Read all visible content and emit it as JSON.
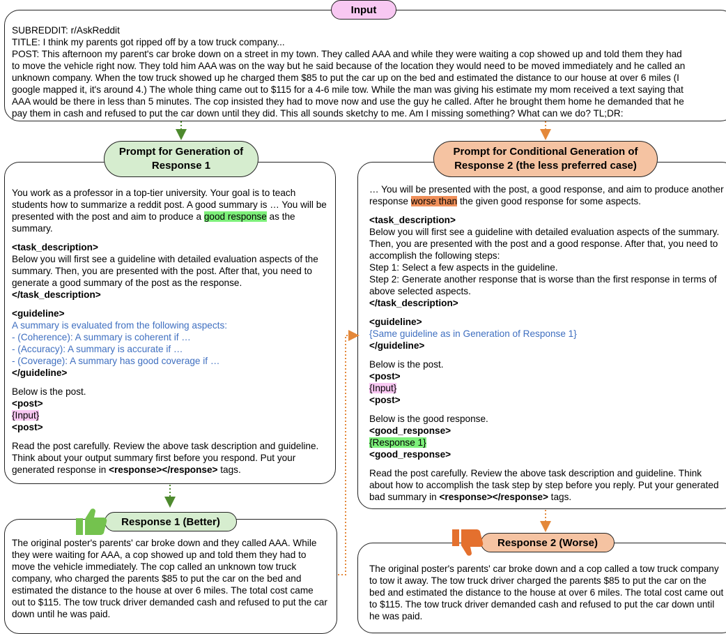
{
  "input": {
    "label": "Input",
    "subreddit": "SUBREDDIT: r/AskReddit",
    "title": "TITLE: I think my parents got ripped off by a tow truck company...",
    "post_lines": [
      "POST: This afternoon my parent's car broke down on a street in my town. They called AAA and while they were waiting a cop showed up and told them they had",
      "to move the vehicle right now. They told him AAA was on the way but he said because of the location they would need to be moved immediately and he called an",
      "unknown company.  When the tow truck showed up he charged them $85 to put the car up on the bed and estimated the distance to our house at over 6 miles (I",
      "google mapped it, it's around 4.) The whole thing came out to $115 for a 4-6 mile tow. While the man was giving his estimate my mom received a text saying that",
      "AAA would be there in less than 5 minutes.  The cop insisted they had to move now and use the guy he called. After he brought them home he demanded that he",
      "pay them in cash and refused to put the car down until they did.  This all sounds sketchy to me. Am I missing something? What can we do? TL;DR:"
    ]
  },
  "prompt1": {
    "label": "Prompt for Generation of Response 1",
    "intro_before": "You work as a professor in a top-tier university. Your goal is to teach students how to summarize a reddit post. A good summary is … You will be presented with the post and aim to produce a ",
    "intro_highlight": "good response",
    "intro_after": " as the summary.",
    "task_open": "<task_description>",
    "task_body": "Below you will first see a guideline with detailed evaluation aspects of the summary. Then, you are presented with the post. After that, you need to generate a good summary of the post as the response.",
    "task_close": "</task_description>",
    "guideline_open": "<guideline>",
    "guideline_lines": [
      "A summary is evaluated from the following aspects:",
      "- (Coherence): A summary is coherent if …",
      "- (Accuracy): A summary is accurate if …",
      "- (Coverage): A summary has good coverage if …"
    ],
    "guideline_close": "</guideline>",
    "below_post": "Below is the post.",
    "post_open": "<post>",
    "input_placeholder": "{Input}",
    "post_close": "<post>",
    "closing_before": "Read the post carefully. Review the above task description and guideline. Think about your output summary first before you respond. Put your generated response in ",
    "closing_tag": "<response></response>",
    "closing_after": " tags."
  },
  "prompt2": {
    "label": "Prompt for Conditional Generation of Response 2 (the less preferred case)",
    "intro_before": "… You will be presented with the post, a good response, and aim to produce another response ",
    "intro_highlight": "worse than",
    "intro_after": " the given good response for some aspects.",
    "task_open": "<task_description>",
    "task_lines": [
      "Below you will first see a guideline with detailed evaluation aspects of the summary. Then, you are presented with the post and a good response. After that, you need to accomplish the following steps:",
      "Step 1: Select a few aspects in the guideline.",
      "Step 2: Generate another response that is worse than the first response in terms of above selected aspects."
    ],
    "task_close": "</task_description>",
    "guideline_open": "<guideline>",
    "guideline_text": "{Same guideline as in Generation of Response 1}",
    "guideline_close": "</guideline>",
    "below_post": "Below is the post.",
    "post_open": "<post>",
    "input_placeholder": "{Input}",
    "post_close": "<post>",
    "below_good": "Below is the good response.",
    "good_open": "<good_response>",
    "response1_placeholder": "{Response 1}",
    "good_close": "<good_response>",
    "closing_before": "Read the post carefully. Review the above task description and guideline. Think about how to accomplish the task step by step before you reply. Put your generated bad summary in ",
    "closing_tag": "<response></response>",
    "closing_after": " tags."
  },
  "response1": {
    "label": "Response 1 (Better)",
    "text": "The original poster's parents' car broke down and they called AAA. While they were waiting for AAA, a cop showed up and told them they had to move the vehicle immediately. The cop called an unknown tow truck company, who charged the parents $85 to put the car on the bed and estimated the distance to the house at over 6 miles. The total cost came out to $115. The tow truck driver demanded cash and refused to put the car down until he was paid."
  },
  "response2": {
    "label": "Response 2 (Worse)",
    "text": "The original poster's parents' car broke down and a cop called a tow truck company to tow it away. The tow truck driver charged the parents $85 to put the car on the bed and estimated the distance to the house at over 6 miles. The total cost came out to $115. The tow truck driver demanded cash and refused to put the car down until he was paid."
  },
  "colors": {
    "input_pill": "#f8c8f2",
    "prompt1_pill": "#d6edcf",
    "prompt2_pill": "#f5c3a2",
    "response1_pill": "#d6edcf",
    "response2_pill": "#f5c3a2",
    "thumbs_up": "#74c24e",
    "thumbs_down": "#e4702e",
    "arrow_green": "#4e8a2e",
    "arrow_orange": "#e4883a",
    "guideline_blue": "#3f6fc0"
  },
  "icons": [
    "thumbs-up-icon",
    "thumbs-down-icon"
  ]
}
